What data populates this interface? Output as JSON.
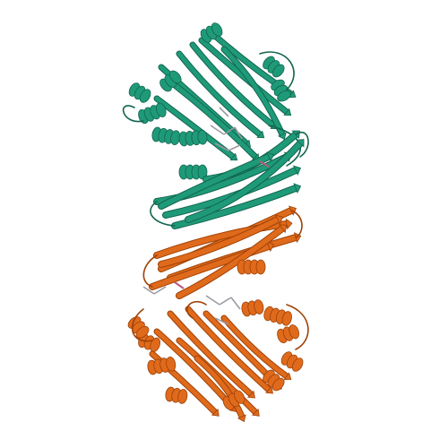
{
  "image": {
    "background": "#ffffff",
    "subject": "protein-ribbon-dimer",
    "chains": [
      {
        "id": "chain-a",
        "color": "#1f9a78",
        "dark": "#126650",
        "position": "top"
      },
      {
        "id": "chain-b",
        "color": "#e06a1b",
        "dark": "#9e4208",
        "position": "bottom"
      }
    ],
    "ligand_color": "#9a9aa2",
    "ligand_accent": "#b85a7a"
  }
}
